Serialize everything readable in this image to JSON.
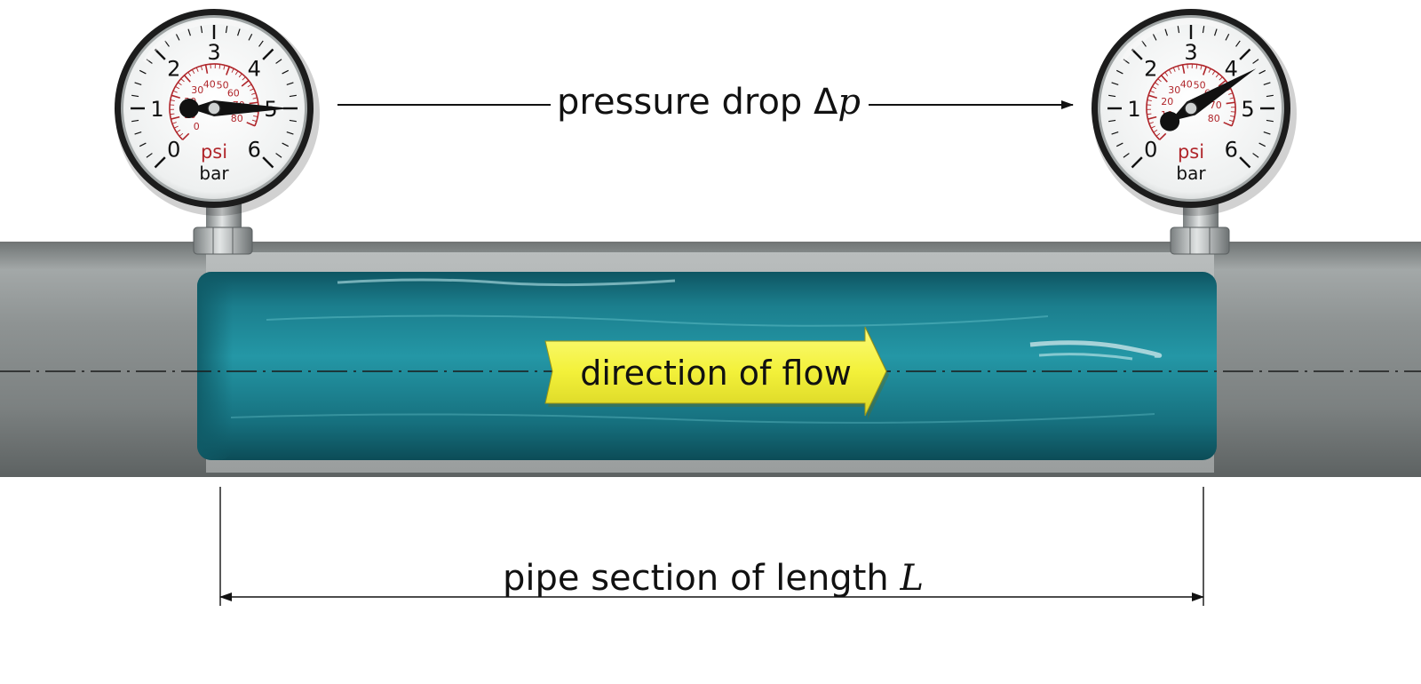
{
  "pressure_label": {
    "text": "pressure drop Δ",
    "symbol": "p"
  },
  "flow_label": "direction of flow",
  "length_label": {
    "text": "pipe section of length ",
    "symbol": "L"
  },
  "gauges": [
    {
      "bar_scale": [
        "0",
        "1",
        "2",
        "3",
        "4",
        "5",
        "6"
      ],
      "psi_scale": [
        "0",
        "10",
        "20",
        "30",
        "40",
        "50",
        "60",
        "70",
        "80"
      ],
      "unit_psi": "psi",
      "unit_bar": "bar",
      "reading_bar": 5.0
    },
    {
      "bar_scale": [
        "0",
        "1",
        "2",
        "3",
        "4",
        "5",
        "6"
      ],
      "psi_scale": [
        "0",
        "10",
        "20",
        "30",
        "40",
        "50",
        "60",
        "70",
        "80"
      ],
      "unit_psi": "psi",
      "unit_bar": "bar",
      "reading_bar": 4.3
    }
  ],
  "colors": {
    "pipe": "#8e9393",
    "water": "#1f8a9a",
    "arrow_fill": "#f5f33a",
    "psi_scale": "#b0262b",
    "gauge_rim": "#1c1c1c"
  }
}
